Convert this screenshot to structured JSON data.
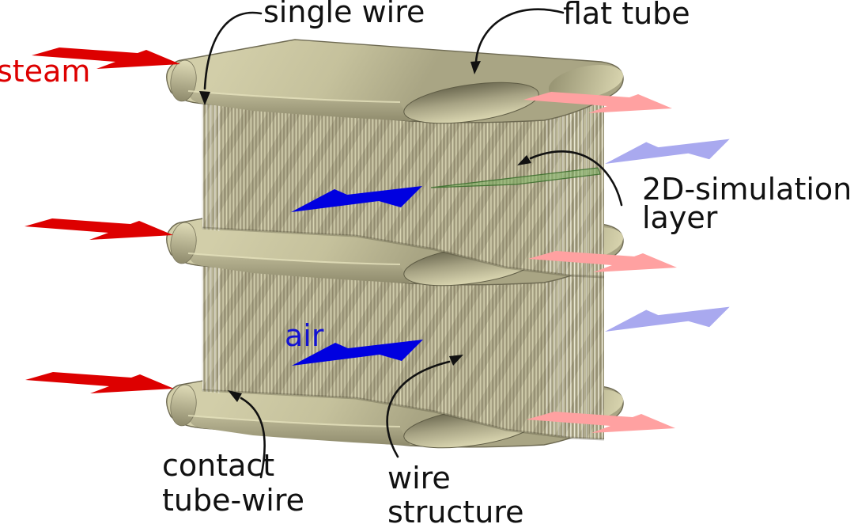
{
  "figure": {
    "description": "3D diagram of a flat-tube / wire-structure heat exchanger with steam and air cross-flow",
    "labels": {
      "single_wire": "single wire",
      "flat_tube": "flat tube",
      "steam": "steam",
      "air": "air",
      "sim_layer": {
        "line1": "2D-simulation",
        "line2": "layer"
      },
      "contact": {
        "line1": "contact",
        "line2": "tube-wire"
      },
      "wire_structure": {
        "line1": "wire",
        "line2": "structure"
      }
    },
    "colors": {
      "steam_in": "#dd0000",
      "steam_out": "#ffa1a1",
      "air_in": "#0000e0",
      "air_out": "#a9a9ef",
      "tube": "#c8c49e",
      "wire_band": "#b4b092",
      "simulation_layer": "#78af5f",
      "annotation": "#111111",
      "background": "#ffffff",
      "steam_label": "#dd0000",
      "air_label": "#1313d2"
    },
    "flows": {
      "steam_inlet_arrows": 3,
      "steam_outlet_arrows": 3,
      "air_inlet_arrows": 2,
      "air_outlet_arrows": 2
    }
  }
}
